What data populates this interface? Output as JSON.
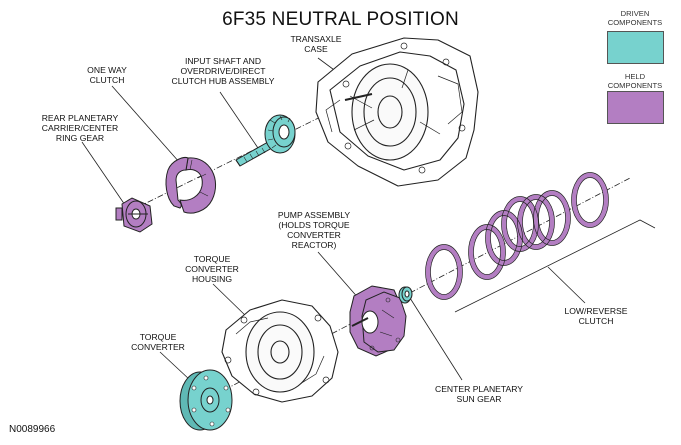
{
  "title": "6F35 NEUTRAL POSITION",
  "legend": {
    "driven": {
      "label": "DRIVEN\nCOMPONENTS",
      "color": "#77d2ce"
    },
    "held": {
      "label": "HELD\nCOMPONENTS",
      "color": "#b37ec2"
    }
  },
  "labels": {
    "transaxle_case": "TRANSAXLE\nCASE",
    "input_shaft": "INPUT SHAFT AND\nOVERDRIVE/DIRECT\nCLUTCH HUB ASSEMBLY",
    "one_way_clutch": "ONE WAY\nCLUTCH",
    "rear_planetary": "REAR PLANETARY\nCARRIER/CENTER\nRING GEAR",
    "pump_assembly": "PUMP ASSEMBLY\n(HOLDS TORQUE\nCONVERTER\nREACTOR)",
    "torque_converter_housing": "TORQUE\nCONVERTER\nHOUSING",
    "torque_converter": "TORQUE\nCONVERTER",
    "low_reverse_clutch": "LOW/REVERSE\nCLUTCH",
    "center_planetary": "CENTER PLANETARY\nSUN GEAR"
  },
  "doc_id": "N0089966"
}
